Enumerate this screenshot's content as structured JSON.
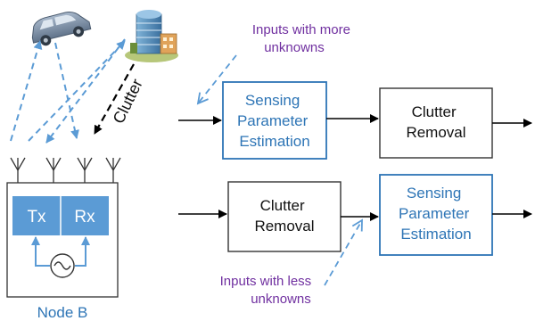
{
  "labels": {
    "clutter": "Clutter",
    "node_b": "Node B",
    "tx": "Tx",
    "rx": "Rx"
  },
  "annotations": {
    "more_unknowns": [
      "Inputs with more",
      "unknowns"
    ],
    "less_unknowns": [
      "Inputs with less",
      "unknowns"
    ]
  },
  "pipeline_top": [
    {
      "lines": [
        "Sensing",
        "Parameter",
        "Estimation"
      ]
    },
    {
      "lines": [
        "Clutter",
        "Removal"
      ]
    }
  ],
  "pipeline_bottom": [
    {
      "lines": [
        "Clutter",
        "Removal"
      ]
    },
    {
      "lines": [
        "Sensing",
        "Parameter",
        "Estimation"
      ]
    }
  ],
  "icons": {
    "car": "car-icon",
    "building": "building-icon",
    "oscillator": "oscillator-icon",
    "antenna": "antenna-icon"
  },
  "colors": {
    "blue_accent": "#2e75b6",
    "tx_rx_fill": "#5b9bd5",
    "annotation_purple": "#7030a0",
    "dashed_blue": "#5b9bd5"
  }
}
